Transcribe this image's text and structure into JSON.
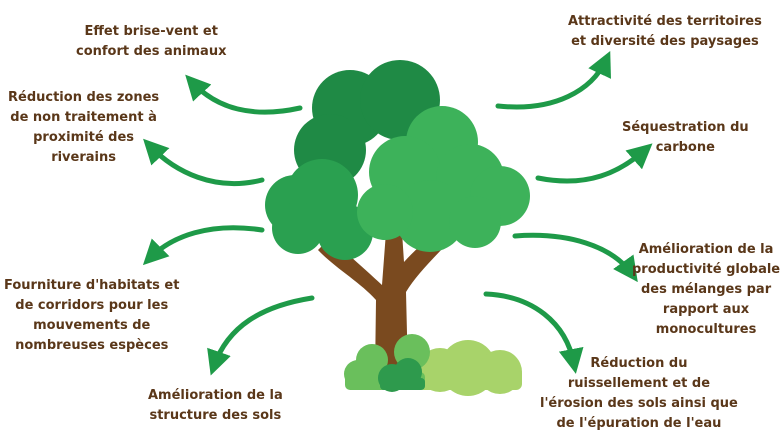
{
  "benefits": {
    "b1": {
      "l1": "Effet brise-vent et",
      "l2": "confort des animaux"
    },
    "b2": {
      "l1": "Réduction des zones",
      "l2": "de non traitement à",
      "l3": "proximité des",
      "l4": "riverains"
    },
    "b3": {
      "l1": "Fourniture d'habitats et",
      "l2": "de corridors pour les",
      "l3": "mouvements de",
      "l4": "nombreuses espèces"
    },
    "b4": {
      "l1": "Amélioration de la",
      "l2": "structure des sols"
    },
    "b5": {
      "l1": "Attractivité des territoires",
      "l2": "et diversité des paysages"
    },
    "b6": {
      "l1": "Séquestration du",
      "l2": "carbone"
    },
    "b7": {
      "l1": "Amélioration de la",
      "l2": "productivité globale",
      "l3": "des mélanges par",
      "l4": "rapport aux",
      "l5": "monocultures"
    },
    "b8": {
      "l1": "Réduction du",
      "l2": "ruissellement et de",
      "l3": "l'érosion des sols ainsi que",
      "l4": "de l'épuration de l'eau"
    }
  },
  "colors": {
    "text": "#5a3719",
    "arrow": "#1e9a48",
    "trunk": "#7a4a1f",
    "foliage_dark": "#1f8a45",
    "foliage_mid": "#2aa050",
    "foliage_light": "#3db25a",
    "bush_light": "#a8d36a",
    "bush_mid": "#6abf5c",
    "bush_dark": "#2e9a4d"
  }
}
